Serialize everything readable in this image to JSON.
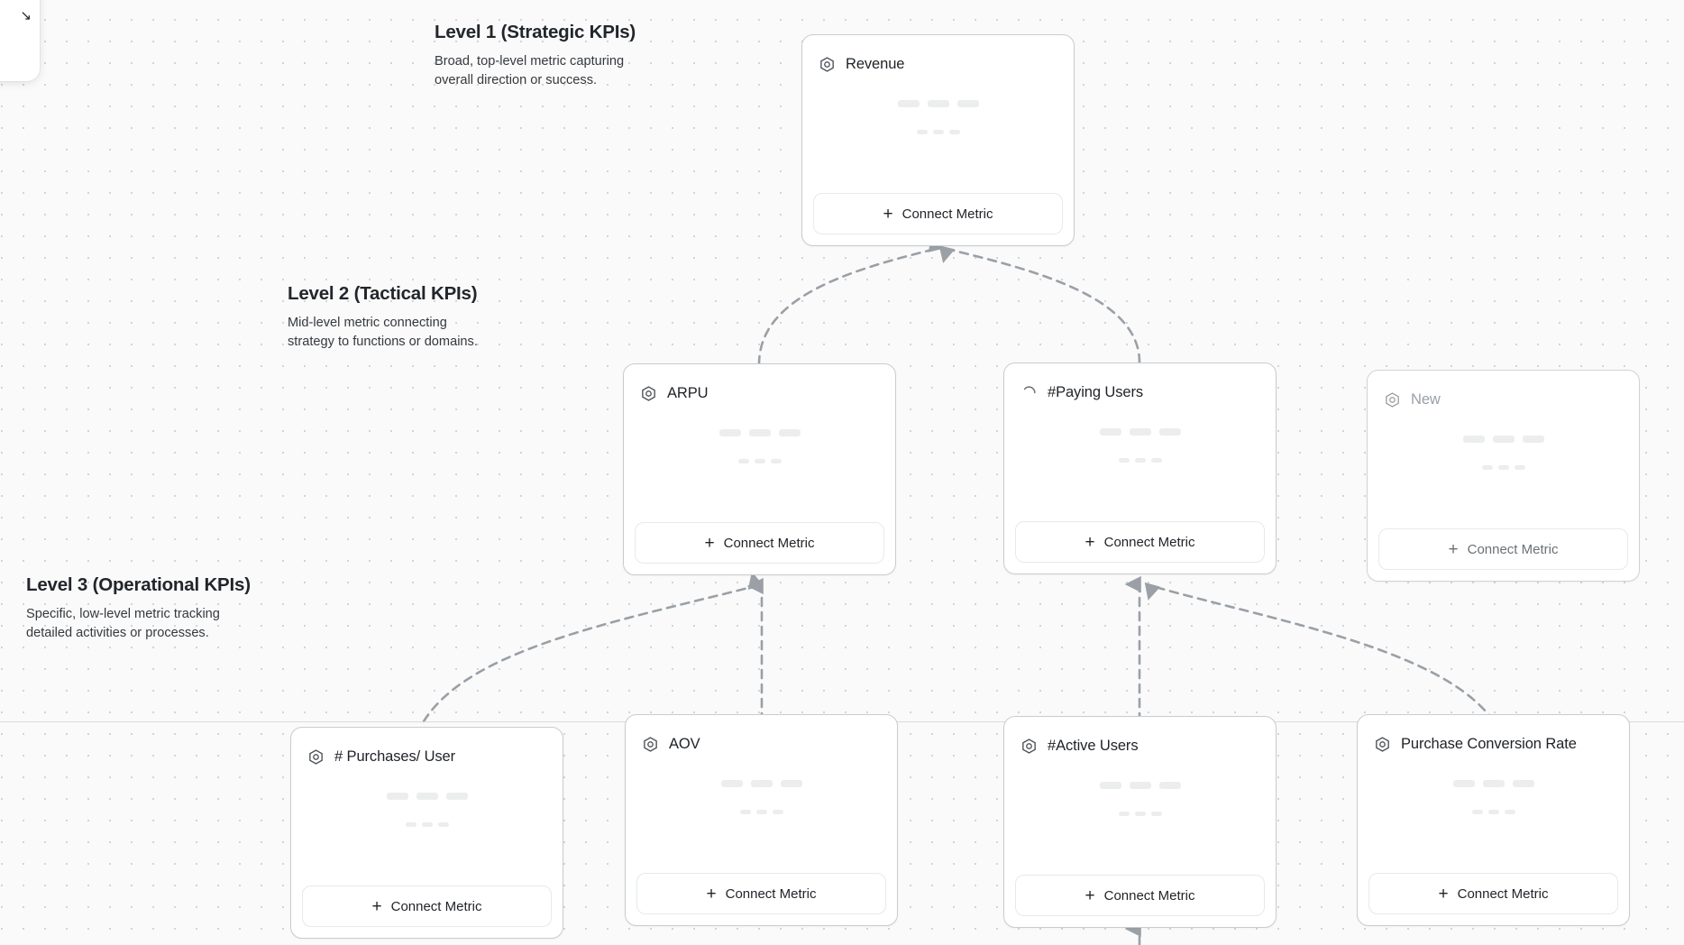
{
  "corner_panel": {
    "glyph": "↘"
  },
  "levels": [
    {
      "id": "level-1",
      "title": "Level 1 (Strategic KPIs)",
      "description": "Broad, top-level metric capturing overall direction or success."
    },
    {
      "id": "level-2",
      "title": "Level 2 (Tactical KPIs)",
      "description": "Mid-level metric connecting strategy to functions or domains."
    },
    {
      "id": "level-3",
      "title": "Level 3 (Operational KPIs)",
      "description": "Specific, low-level metric tracking detailed activities or processes."
    }
  ],
  "cards": [
    {
      "id": "revenue",
      "title": "Revenue",
      "icon": "hexagon-icon",
      "state": "normal",
      "connect_label": "Connect Metric"
    },
    {
      "id": "arpu",
      "title": "ARPU",
      "icon": "hexagon-icon",
      "state": "normal",
      "connect_label": "Connect Metric"
    },
    {
      "id": "paying-users",
      "title": "#Paying Users",
      "icon": "spinner-icon",
      "state": "loading",
      "connect_label": "Connect Metric"
    },
    {
      "id": "new",
      "title": "New",
      "icon": "hexagon-icon",
      "state": "muted",
      "connect_label": "Connect Metric"
    },
    {
      "id": "purchases-user",
      "title": "# Purchases/ User",
      "icon": "hexagon-icon",
      "state": "normal",
      "connect_label": "Connect Metric"
    },
    {
      "id": "aov",
      "title": "AOV",
      "icon": "hexagon-icon",
      "state": "normal",
      "connect_label": "Connect Metric"
    },
    {
      "id": "active-users",
      "title": "#Active Users",
      "icon": "hexagon-icon",
      "state": "normal",
      "connect_label": "Connect Metric"
    },
    {
      "id": "purchase-conv",
      "title": "Purchase Conversion Rate",
      "icon": "hexagon-icon",
      "state": "normal",
      "connect_label": "Connect Metric"
    }
  ],
  "colors": {
    "canvas_bg": "#fafafa",
    "grid_dot": "#d4d4d4",
    "card_border": "#c8ccd0",
    "card_bg": "#ffffff",
    "text_primary": "#1f2227",
    "text_muted": "#9aa0a6",
    "connector": "#9aa0a6",
    "skeleton": "#eceded"
  }
}
